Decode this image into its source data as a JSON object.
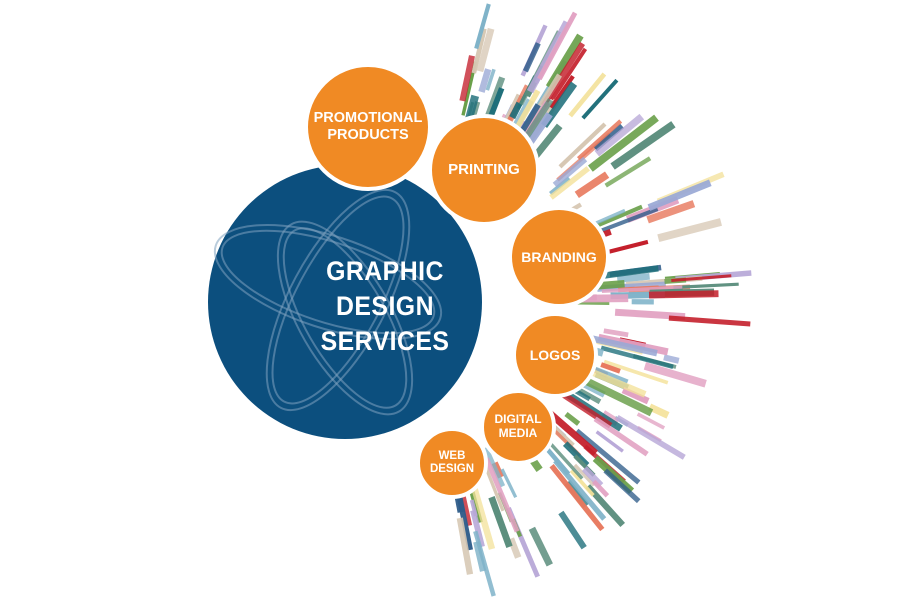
{
  "main": {
    "title_lines": [
      "GRAPHIC",
      "DESIGN",
      "SERVICES"
    ]
  },
  "services": [
    {
      "lines": [
        "PROMOTIONAL",
        "PRODUCTS"
      ]
    },
    {
      "lines": [
        "PRINTING"
      ]
    },
    {
      "lines": [
        "BRANDING"
      ]
    },
    {
      "lines": [
        "LOGOS"
      ]
    },
    {
      "lines": [
        "DIGITAL",
        "MEDIA"
      ]
    },
    {
      "lines": [
        "WEB",
        "DESIGN"
      ]
    }
  ],
  "colors": {
    "main_circle": "#0c4f7e",
    "service_circle": "#f08a24",
    "text": "#ffffff",
    "burst_palette": [
      "#c41e2a",
      "#e8795e",
      "#7fb3c9",
      "#9aa9d6",
      "#b8a8d8",
      "#6aa04a",
      "#1e6f7a",
      "#f4e29a",
      "#d7c8b4",
      "#e2a1c2",
      "#2e5c8a",
      "#5b8e7d"
    ]
  }
}
